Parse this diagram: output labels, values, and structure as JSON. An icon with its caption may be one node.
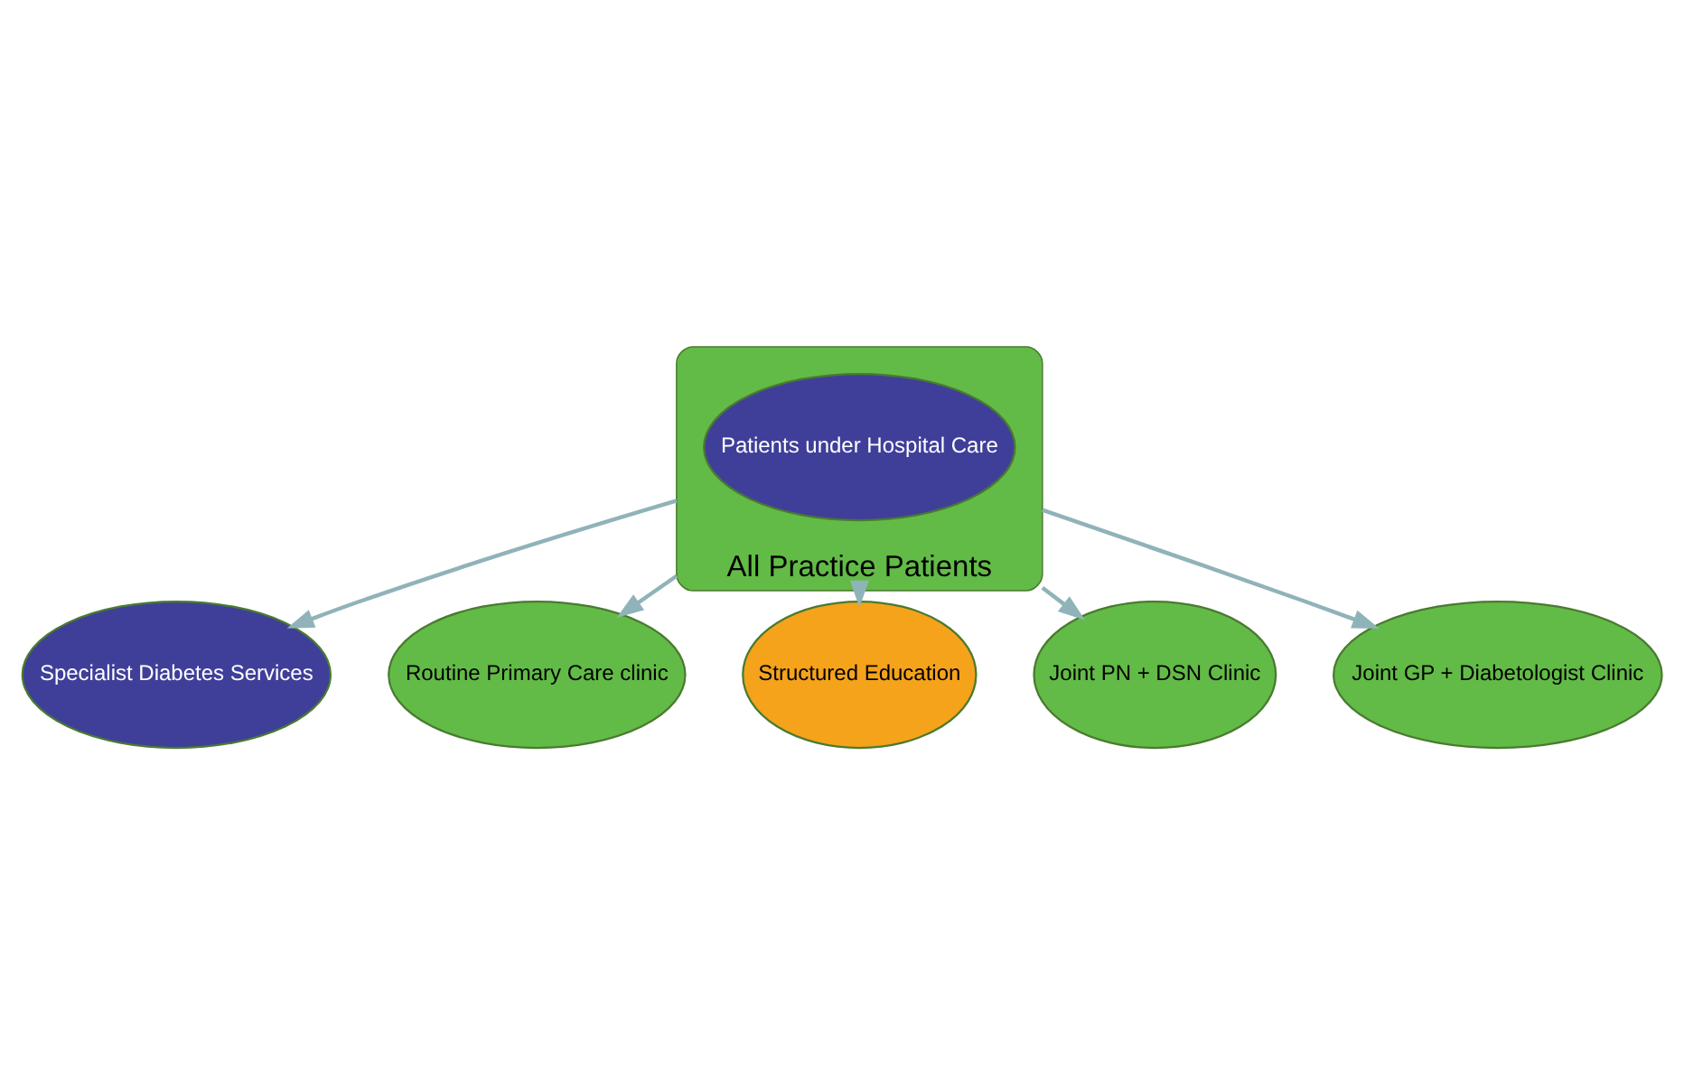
{
  "diagram": {
    "nodes": [
      {
        "text": [
          "Specialist Diabetes Services"
        ]
      },
      {
        "text": [
          "Routine Primary Care clinic"
        ]
      },
      {
        "text": [
          "All Practice Patients"
        ]
      },
      {
        "text": [
          "Patients under Hospital Care"
        ],
        "in": 2
      },
      {
        "text": [
          "Structured Education"
        ]
      },
      {
        "text": [
          "Joint PN + DSN Clinic"
        ]
      },
      {
        "text": [
          "Joint GP + Diabetologist Clinic"
        ]
      }
    ],
    "edges": [
      {
        "from": 2,
        "to": 0,
        "arrow": "to"
      },
      {
        "from": 2,
        "to": 1,
        "arrow": "to"
      },
      {
        "from": 2,
        "to": 4,
        "arrow": "to"
      },
      {
        "from": 2,
        "to": 6,
        "arrow": "to"
      },
      {
        "from": 2,
        "to": 5,
        "arrow": "to"
      }
    ]
  }
}
